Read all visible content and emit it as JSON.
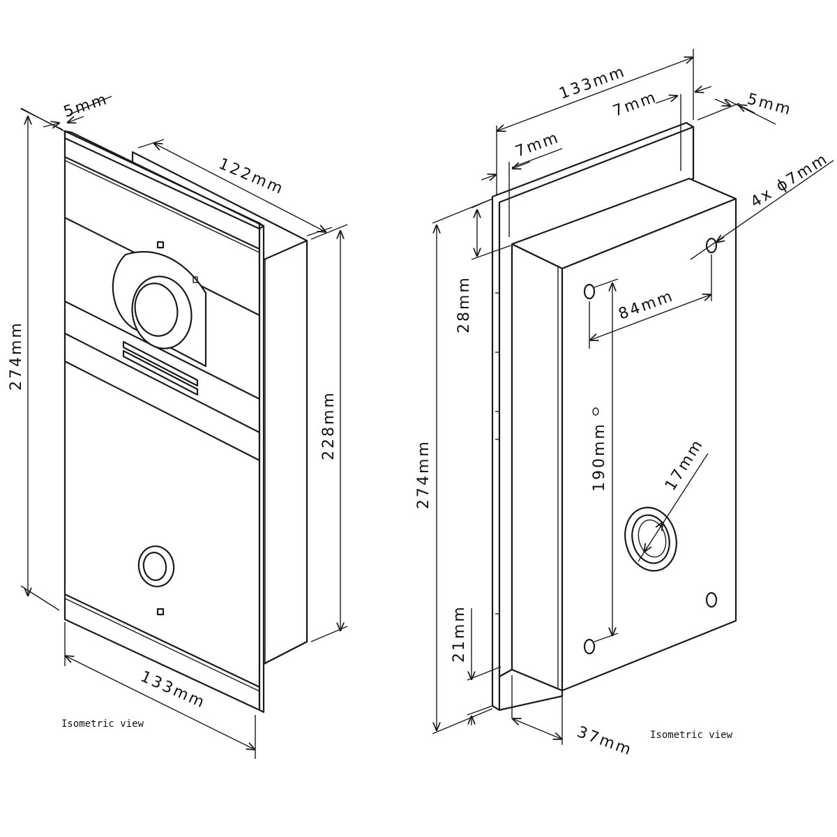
{
  "front_view": {
    "caption": "Isometric view",
    "dims": {
      "thickness": "5mm",
      "height": "274mm",
      "depth": "122mm",
      "box_height": "228mm",
      "width": "133mm"
    }
  },
  "back_view": {
    "caption": "Isometric view",
    "dims": {
      "width": "133mm",
      "rim_left": "7mm",
      "rim_right": "7mm",
      "thickness": "5mm",
      "holes": "4x ϕ7mm",
      "top_offset": "28mm",
      "height": "274mm",
      "hole_spacing_h": "84mm",
      "hole_spacing_v": "190mm",
      "cable_hole": "17mm",
      "bottom_offset": "21mm",
      "box_depth": "37mm"
    }
  }
}
